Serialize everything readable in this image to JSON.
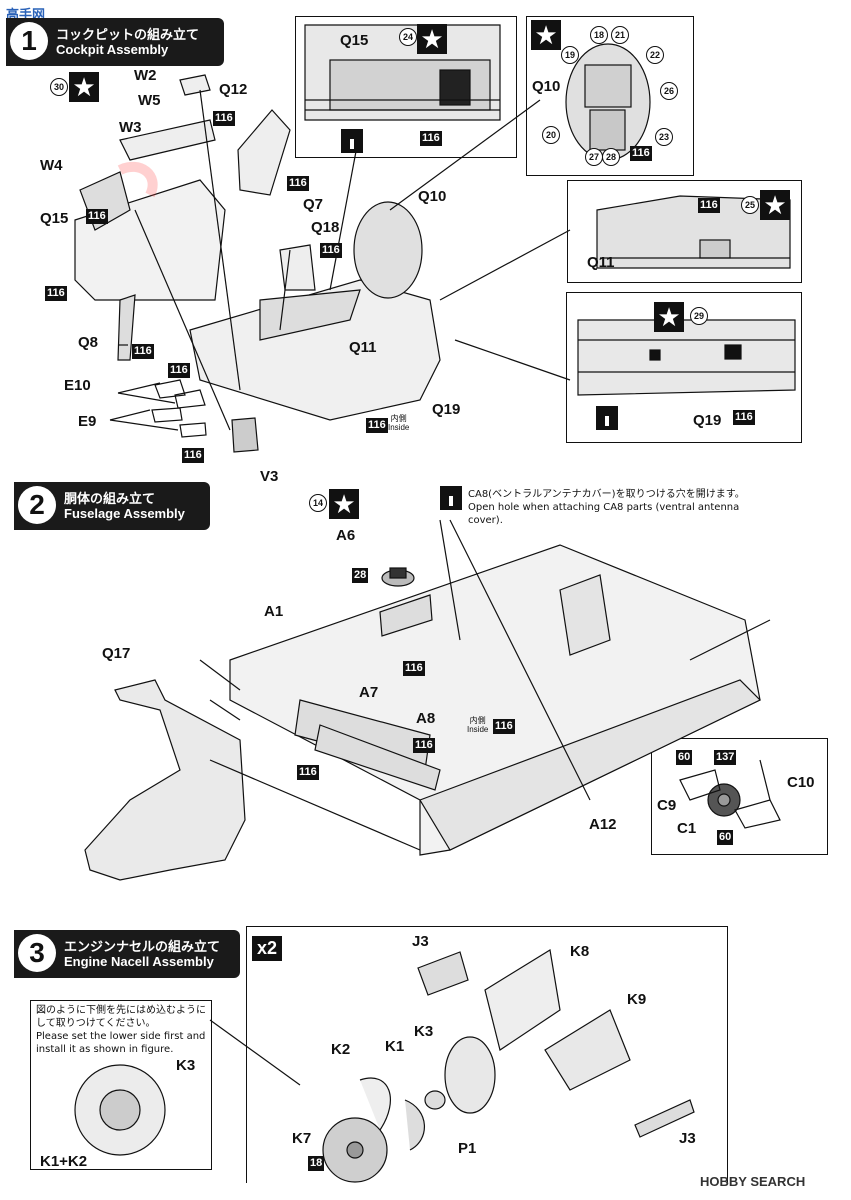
{
  "watermark_top": "高手网",
  "step1": {
    "num": "1",
    "jp": "コックピットの組み立て",
    "en": "Cockpit Assembly"
  },
  "step2": {
    "num": "2",
    "jp": "胴体の組み立て",
    "en": "Fuselage Assembly"
  },
  "step3": {
    "num": "3",
    "jp": "エンジンナセルの組み立て",
    "en": "Engine Nacell Assembly"
  },
  "x2": "x2",
  "star": "★",
  "paint": {
    "c116": "116",
    "c137": "137",
    "c60": "60",
    "c28": "28",
    "c18": "18"
  },
  "circles": {
    "n30": "30",
    "n24": "24",
    "n25": "25",
    "n29": "29",
    "n14": "14",
    "n18": "18",
    "n21": "21",
    "n19": "19",
    "n22": "22",
    "n26": "26",
    "n20": "20",
    "n27": "27",
    "n28": "28",
    "n23": "23"
  },
  "parts": {
    "W2": "W2",
    "W5": "W5",
    "W3": "W3",
    "W4": "W4",
    "Q12": "Q12",
    "Q15": "Q15",
    "Q15b": "Q15",
    "Q7": "Q7",
    "Q18": "Q18",
    "Q10": "Q10",
    "Q10b": "Q10",
    "Q11": "Q11",
    "Q11b": "Q11",
    "Q8": "Q8",
    "E10": "E10",
    "E9": "E9",
    "V3": "V3",
    "Q19": "Q19",
    "Q19b": "Q19",
    "A6": "A6",
    "A1": "A1",
    "Q17": "Q17",
    "A7": "A7",
    "A8": "A8",
    "A12": "A12",
    "C9": "C9",
    "C1": "C1",
    "C10": "C10",
    "J3": "J3",
    "J3b": "J3",
    "K8": "K8",
    "K9": "K9",
    "K3": "K3",
    "K3b": "K3",
    "K2": "K2",
    "K1": "K1",
    "K7": "K7",
    "P1": "P1",
    "K1K2": "K1+K2"
  },
  "inside": {
    "jp": "内側",
    "en": "Inside"
  },
  "notes": {
    "ca8_jp": "CA8(ベントラルアンテナカバー)を取りつける穴を開けます。",
    "ca8_en": "Open hole when attaching CA8 parts (ventral antenna cover).",
    "k_jp": "図のように下側を先にはめ込むようにして取りつけてください。",
    "k_en": "Please set the lower side first and install it as shown in figure."
  },
  "watermark_bottom": "HOBBY SEARCH"
}
